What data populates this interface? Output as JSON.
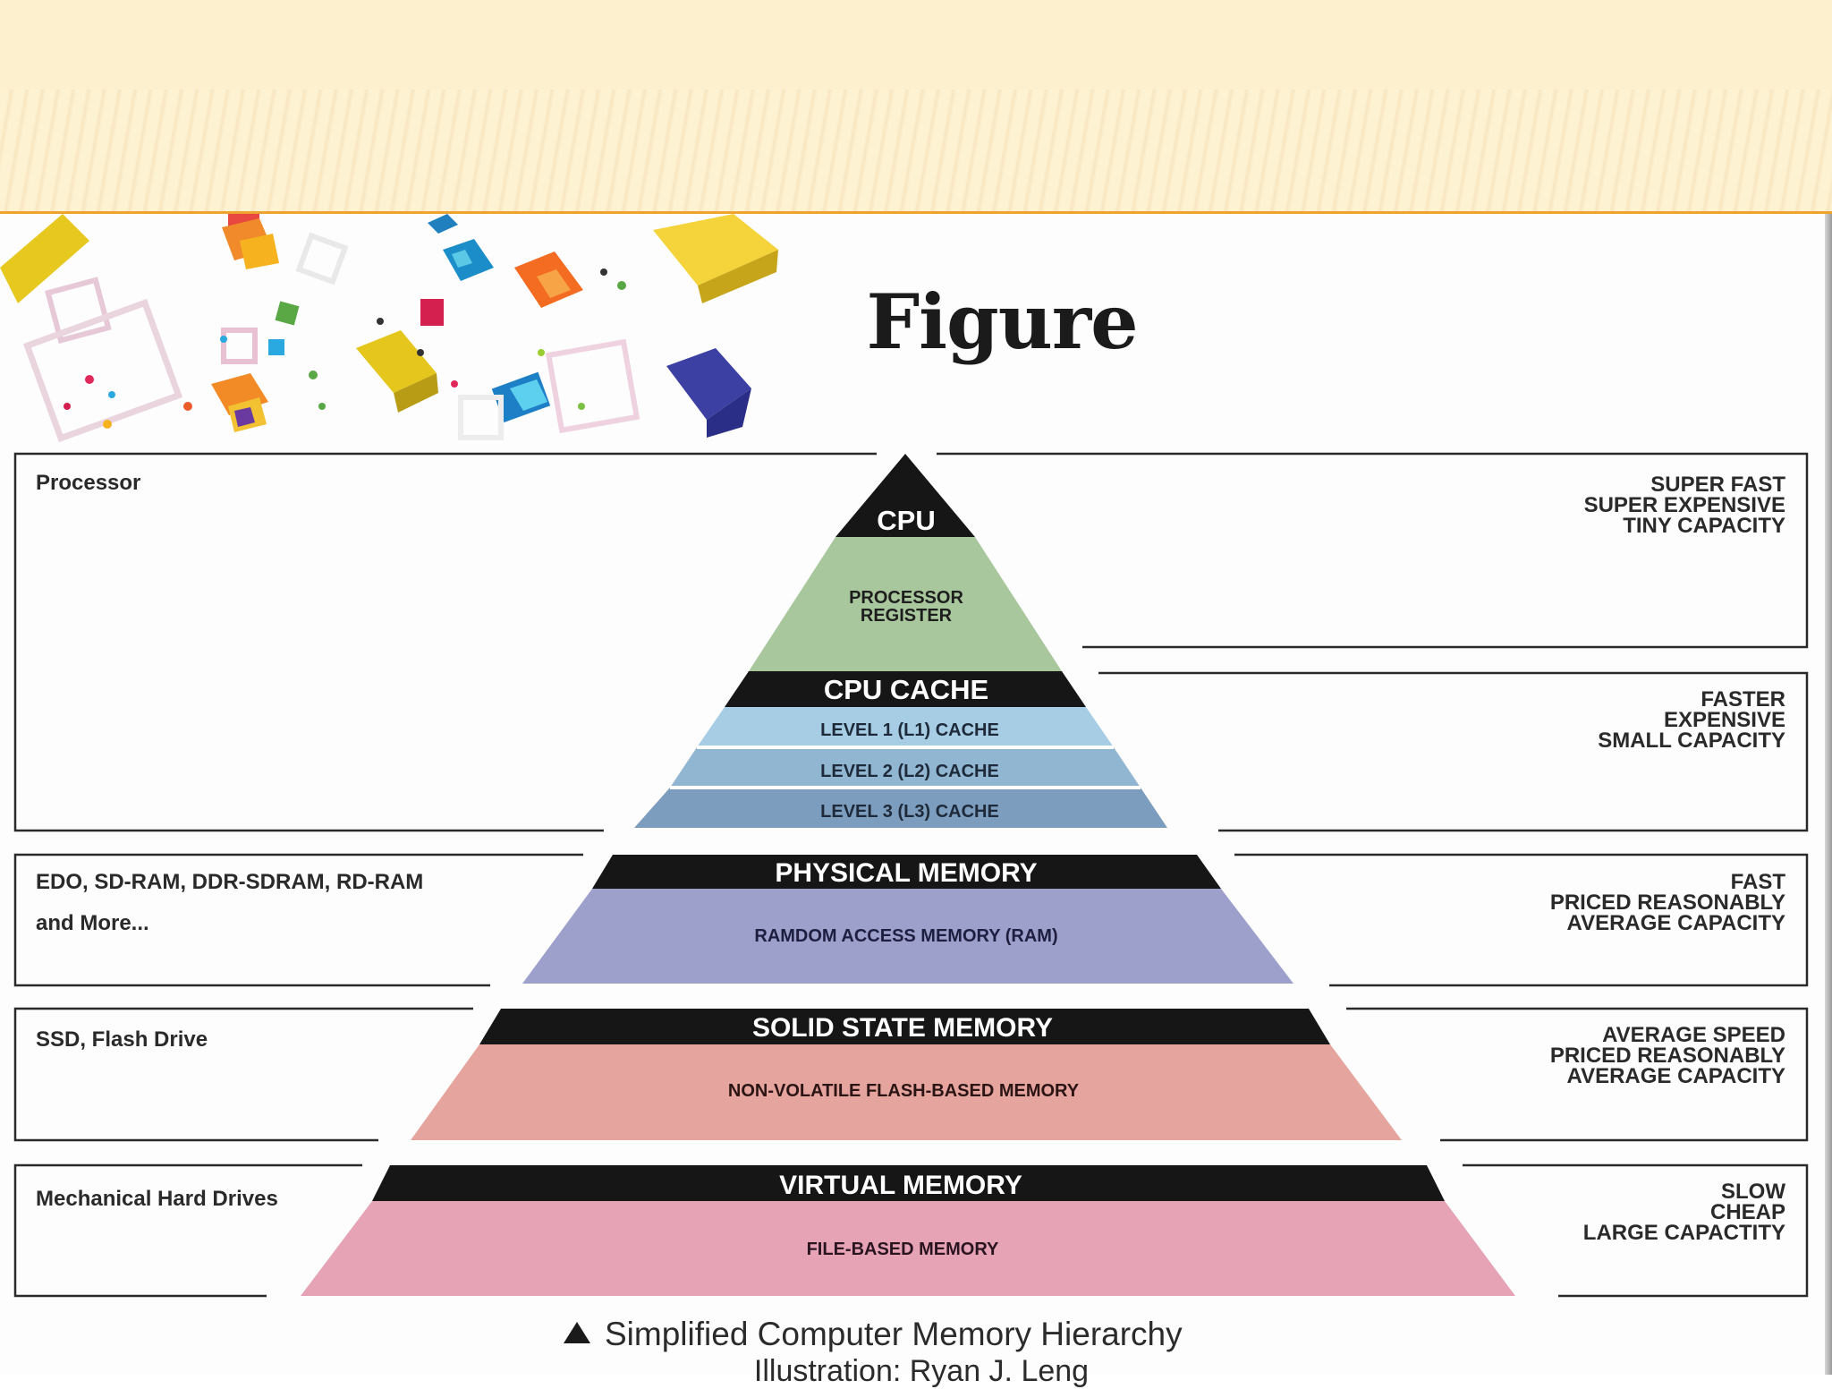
{
  "title": "Figure",
  "tiers": [
    {
      "heading": "CPU",
      "sublabel": "PROCESSOR REGISTER",
      "left": "Processor",
      "right": [
        "SUPER FAST",
        "SUPER EXPENSIVE",
        "TINY CAPACITY"
      ]
    },
    {
      "heading": "CPU CACHE",
      "sublabels": [
        "LEVEL 1 (L1) CACHE",
        "LEVEL 2 (L2) CACHE",
        "LEVEL 3 (L3) CACHE"
      ],
      "right": [
        "FASTER",
        "EXPENSIVE",
        "SMALL CAPACITY"
      ]
    },
    {
      "heading": "PHYSICAL MEMORY",
      "sublabel": "RAMDOM ACCESS MEMORY (RAM)",
      "left_lines": [
        "EDO, SD-RAM, DDR-SDRAM, RD-RAM",
        "and More..."
      ],
      "right": [
        "FAST",
        "PRICED REASONABLY",
        "AVERAGE CAPACITY"
      ]
    },
    {
      "heading": "SOLID STATE MEMORY",
      "sublabel": "NON-VOLATILE FLASH-BASED MEMORY",
      "left": "SSD, Flash Drive",
      "right": [
        "AVERAGE SPEED",
        "PRICED REASONABLY",
        "AVERAGE CAPACITY"
      ]
    },
    {
      "heading": "VIRTUAL MEMORY",
      "sublabel": "FILE-BASED MEMORY",
      "left": "Mechanical Hard Drives",
      "right": [
        "SLOW",
        "CHEAP",
        "LARGE CAPACTITY"
      ]
    }
  ],
  "caption": "Simplified Computer Memory Hierarchy",
  "credit": "Illustration: Ryan J. Leng",
  "colors": {
    "register": "#a9c79d",
    "cache_l1": "#a6cde3",
    "cache_l2": "#90b6d1",
    "cache_l3": "#7c9dbd",
    "ram": "#9ea0cc",
    "ssd": "#e6a49e",
    "virtual": "#e6a3b6",
    "band": "#161616",
    "header_rule": "#f0a22e"
  }
}
